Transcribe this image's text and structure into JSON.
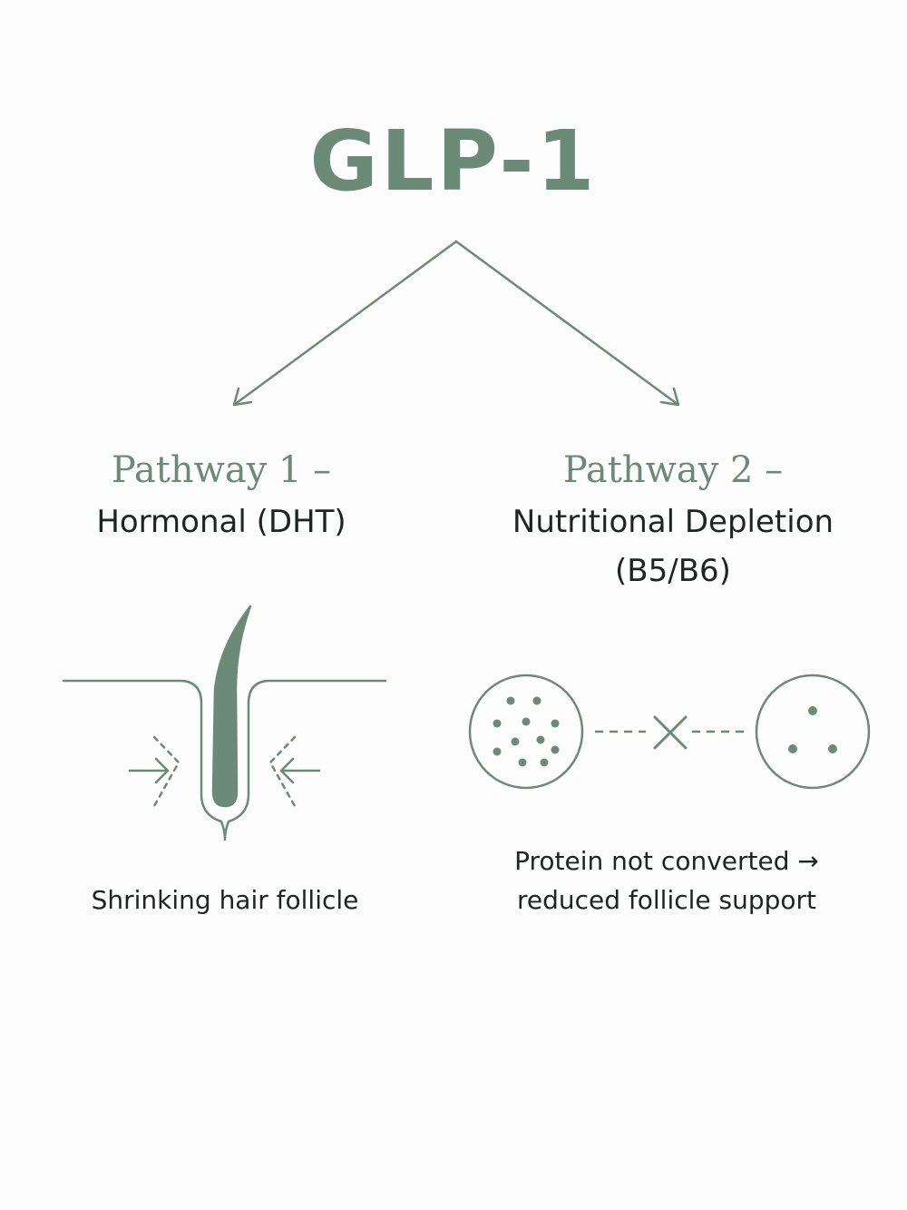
{
  "title": "GLP-1",
  "colors": {
    "accent": "#6b8a77",
    "text": "#1f2423",
    "background": "#fdfdfd"
  },
  "pathways": [
    {
      "heading": "Pathway 1 –",
      "subtitle": "Hormonal (DHT)",
      "icon": "hair-follicle-icon",
      "caption": "Shrinking hair follicle"
    },
    {
      "heading": "Pathway 2 –",
      "subtitle": "Nutritional Depletion (B5/B6)",
      "icon": "nutrient-depletion-icon",
      "caption": "Protein not converted → reduced follicle support"
    }
  ]
}
